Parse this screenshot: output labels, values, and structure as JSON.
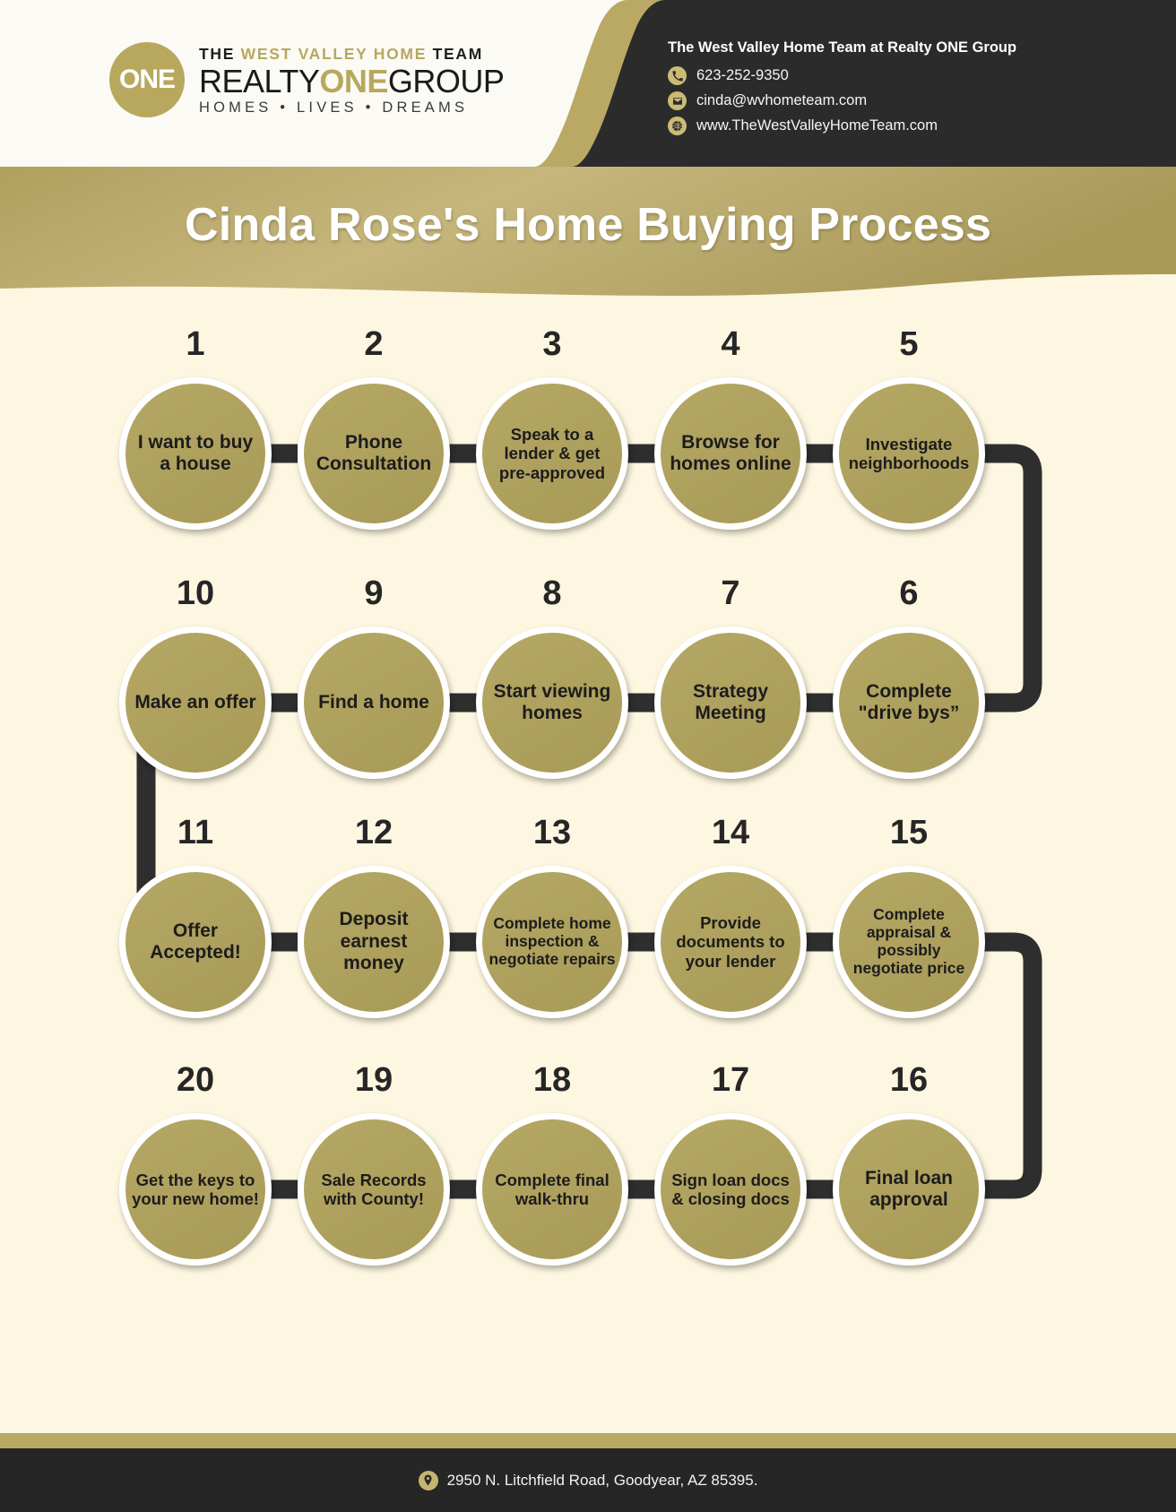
{
  "brand": {
    "badge_text": "ONE",
    "tagline_the": "THE",
    "tagline_mid": "WEST VALLEY HOME",
    "tagline_team": "TEAM",
    "name_realty": "REALTY",
    "name_one": "ONE",
    "name_group": "GROUP",
    "motto": "HOMES  •  LIVES  •  DREAMS"
  },
  "contact": {
    "title": "The West Valley Home Team at Realty ONE Group",
    "phone_icon": "phone-icon",
    "phone": "623-252-9350",
    "email_icon": "envelope-icon",
    "email": "cinda@wvhometeam.com",
    "website_icon": "globe-icon",
    "website": "www.TheWestValleyHomeTeam.com"
  },
  "banner": {
    "title": "Cinda Rose's Home Buying Process"
  },
  "footer": {
    "pin_icon": "map-pin-icon",
    "address": "2950 N. Litchfield Road, Goodyear, AZ 85395."
  },
  "colors": {
    "gold": "#b7a85e",
    "gold_banner": "#bfaf73",
    "dark": "#262626",
    "cream": "#fdf6e0",
    "circle_fill": "#ada05d"
  },
  "steps": [
    {
      "num": "1",
      "label": "I want to buy a house"
    },
    {
      "num": "2",
      "label": "Phone Consultation"
    },
    {
      "num": "3",
      "label": "Speak to a lender & get pre-approved"
    },
    {
      "num": "4",
      "label": "Browse for homes online"
    },
    {
      "num": "5",
      "label": "Investigate neighborhoods"
    },
    {
      "num": "6",
      "label": "Complete \"drive bys”"
    },
    {
      "num": "7",
      "label": "Strategy Meeting"
    },
    {
      "num": "8",
      "label": "Start viewing homes"
    },
    {
      "num": "9",
      "label": "Find a home"
    },
    {
      "num": "10",
      "label": "Make an offer"
    },
    {
      "num": "11",
      "label": "Offer Accepted!"
    },
    {
      "num": "12",
      "label": "Deposit earnest money"
    },
    {
      "num": "13",
      "label": "Complete home inspection & negotiate repairs"
    },
    {
      "num": "14",
      "label": "Provide documents to your lender"
    },
    {
      "num": "15",
      "label": "Complete appraisal & possibly negotiate price"
    },
    {
      "num": "16",
      "label": "Final loan approval"
    },
    {
      "num": "17",
      "label": "Sign loan docs & closing docs"
    },
    {
      "num": "18",
      "label": "Complete final walk-thru"
    },
    {
      "num": "19",
      "label": "Sale Records with County!"
    },
    {
      "num": "20",
      "label": "Get the keys to your new home!"
    }
  ]
}
